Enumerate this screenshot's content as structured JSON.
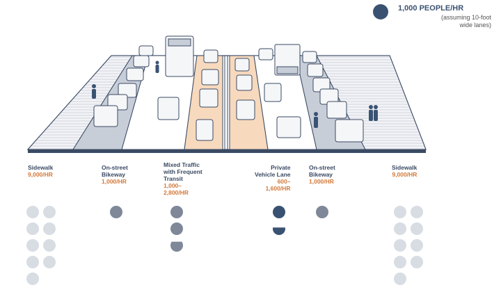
{
  "legend": {
    "unit_label": "1,000 PEOPLE/HR",
    "note_line1": "(assuming 10-foot",
    "note_line2": "wide lanes)"
  },
  "lanes": [
    {
      "name": [
        "Sidewalk"
      ],
      "capacity": [
        "9,000/HR"
      ],
      "icons": 9,
      "color": "light"
    },
    {
      "name": [
        "On-street",
        "Bikeway"
      ],
      "capacity": [
        "1,000/HR"
      ],
      "icons": 1,
      "color": "mid"
    },
    {
      "name": [
        "Mixed Traffic",
        "with Frequent",
        "Transit"
      ],
      "capacity": [
        "1,000–",
        "2,800/HR"
      ],
      "icons": 2.8,
      "color": "mid"
    },
    {
      "name": [
        "Private",
        "Vehicle Lane"
      ],
      "capacity": [
        "600–",
        "1,600/HR"
      ],
      "icons": 1.6,
      "color": "dark"
    },
    {
      "name": [
        "On-street",
        "Bikeway"
      ],
      "capacity": [
        "1,000/HR"
      ],
      "icons": 1,
      "color": "mid"
    },
    {
      "name": [
        "Sidewalk"
      ],
      "capacity": [
        "9,000/HR"
      ],
      "icons": 9,
      "color": "light"
    }
  ],
  "colors": {
    "accent": "#d2793a",
    "navy": "#3a5272",
    "orange_lane": "#f7d9bd",
    "road": "#ffffff"
  }
}
